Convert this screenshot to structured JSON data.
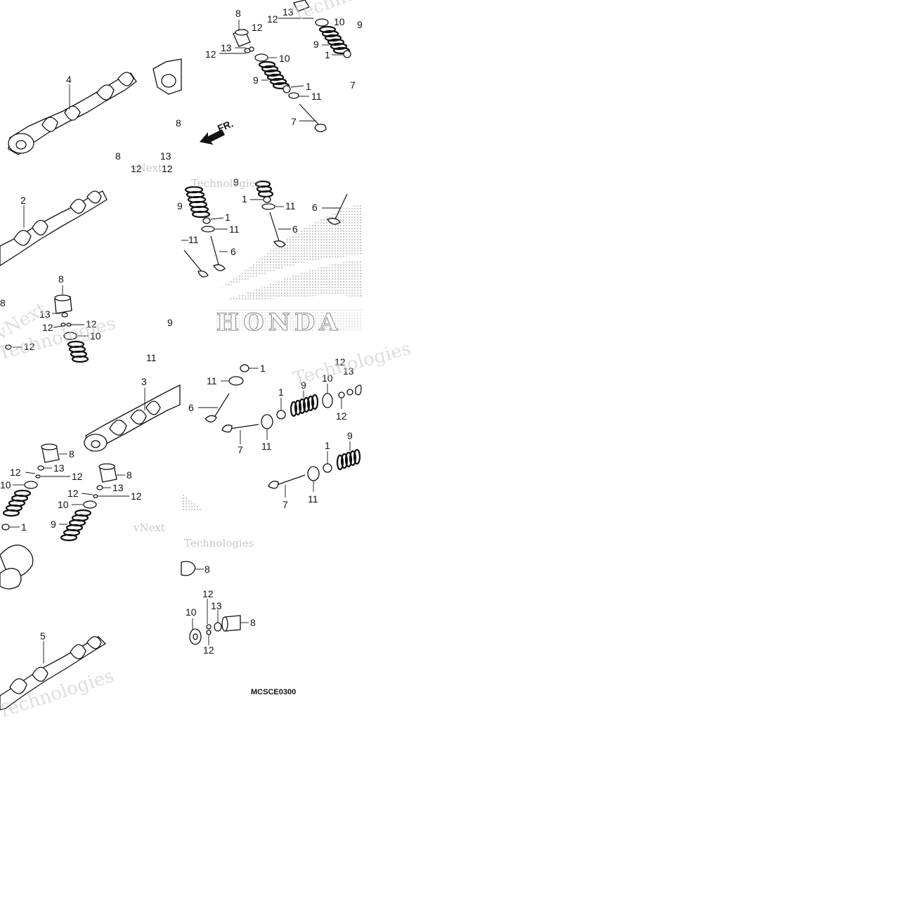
{
  "diagram": {
    "drawing_code": "MCSCE0300",
    "brand_logo_text": "HONDA",
    "direction_marker": "FR.",
    "watermark": {
      "line1": "vNext",
      "line2": "Technologies"
    },
    "callouts": {
      "camshaft_a": "4",
      "camshaft_b": "2",
      "camshaft_c": "3",
      "camshaft_d": "5",
      "tappet": "8",
      "shim": "13",
      "cotter": "12",
      "retainer": "10",
      "spring": "9",
      "stem_seal": "1",
      "spring_seat": "11",
      "ex_valve": "7",
      "in_valve": "6"
    }
  }
}
